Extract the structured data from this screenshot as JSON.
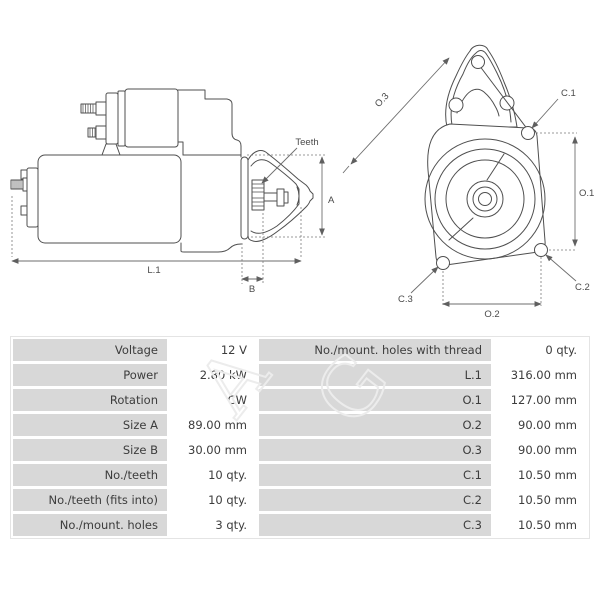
{
  "diagram": {
    "labels": {
      "teeth": "Teeth",
      "length": "L.1",
      "width_b": "B",
      "size_a": "A",
      "o3": "O.3",
      "c1": "C.1",
      "o1": "O.1",
      "c2": "C.2",
      "c3": "C.3",
      "o2": "O.2"
    }
  },
  "watermark": {
    "letters": [
      "A",
      "G"
    ]
  },
  "table": {
    "rows": [
      {
        "l1": "Voltage",
        "v1": "12 V",
        "l2": "No./mount. holes with thread",
        "v2": "0 qty."
      },
      {
        "l1": "Power",
        "v1": "2.80 kW",
        "l2": "L.1",
        "v2": "316.00 mm"
      },
      {
        "l1": "Rotation",
        "v1": "CW",
        "l2": "O.1",
        "v2": "127.00 mm"
      },
      {
        "l1": "Size A",
        "v1": "89.00 mm",
        "l2": "O.2",
        "v2": "90.00 mm"
      },
      {
        "l1": "Size B",
        "v1": "30.00 mm",
        "l2": "O.3",
        "v2": "90.00 mm"
      },
      {
        "l1": "No./teeth",
        "v1": "10 qty.",
        "l2": "C.1",
        "v2": "10.50 mm"
      },
      {
        "l1": "No./teeth (fits into)",
        "v1": "10 qty.",
        "l2": "C.2",
        "v2": "10.50 mm"
      },
      {
        "l1": "No./mount. holes",
        "v1": "3 qty.",
        "l2": "C.3",
        "v2": "10.50 mm"
      }
    ]
  },
  "colors": {
    "cell_label_bg": "#d8d8d8",
    "cell_value_bg": "#ffffff",
    "table_border": "#e4e4e4",
    "table_text": "#3c3c3c",
    "drawing_line": "#4f4f4f",
    "dimension_line": "#6e6e6e",
    "watermark": "#ececec"
  }
}
